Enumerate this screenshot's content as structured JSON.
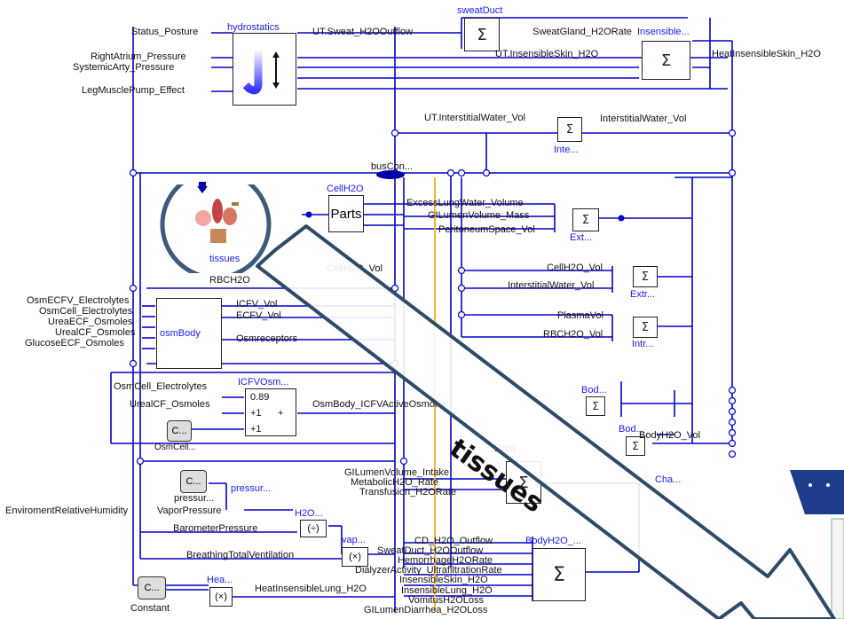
{
  "blocks": {
    "hydrostatics": "hydrostatics",
    "sweatDuct": "sweatDuct",
    "insensible": "Insensible...",
    "inte": "Inte...",
    "busCon": "busCon...",
    "cellh2o": "CellH2O",
    "parts": "Parts",
    "ext": "Ext...",
    "extr": "Extr...",
    "intr": "Intr...",
    "osmbody": "osmBody",
    "icfvosm": "ICFVOsm...",
    "bod1": "Bod...",
    "bod2": "Bod...",
    "body": "Body",
    "cha": "Cha...",
    "pressur": "pressur...",
    "h2o": "H2O...",
    "vap": "vap...",
    "hea": "Hea...",
    "bodyh2o": "BodyH2O_...",
    "tissues_small": "tissues",
    "const1": "C...",
    "const2": "C...",
    "const3": "C...",
    "constant": "Constant",
    "pressur_lbl": "pressur..."
  },
  "labels": {
    "status_posture": "Status_Posture",
    "right_atrium": "RightAtrium_Pressure",
    "systemic_arty": "SystemicArty_Pressure",
    "leg_muscle": "LegMusclePump_Effect",
    "ut_sweat": "UT.Sweat_H2OOutflow",
    "sweatgland": "SweatGland_H2ORate",
    "ut_insensible": "UT.InsensibleSkin_H2O",
    "heat_insensible_skin": "HeatInsensibleSkin_H2O",
    "ut_interstitial": "UT.InterstitialWater_Vol",
    "interstitial_vol": "InterstitialWater_Vol",
    "excess_lung": "ExcessLungWater_Volume",
    "gilumen": "GILumenVolume_Mass",
    "peritoneum": "PeritoneumSpace_Vol",
    "cellh2o_vol": "CellH2O_Vol",
    "cellh2o_vol2": "CellH2O_Vol",
    "interstitial2": "InterstitialWater_Vol",
    "plasma_vol": "PlasmaVol",
    "rbch2o_vol": "RBCH2O_Vol",
    "rbch2o": "RBCH2O",
    "osm_ecfv": "OsmECFV_Electrolytes",
    "osm_cell": "OsmCell_Electrolytes",
    "urea_ecf": "UreaECF_Osmoles",
    "urea_icf": "UrealCF_Osmoles",
    "glucose_ecf": "GlucoseECF_Osmoles",
    "icfv_vol": "ICFV_Vol",
    "ecfv_vol": "ECFV_Vol",
    "osmreceptors": "Osmreceptors",
    "osmcell2": "OsmCell_Electrolytes",
    "urea_icf2": "UrealCF_Osmoles",
    "gain": "0.89",
    "plus1": "+1",
    "plus2": "+1",
    "plus_sign": "+",
    "osmbody_icfv": "OsmBody_ICFVActiveOsmoles",
    "bodyh2o_vol": "BodyH2O_Vol",
    "gilumen_intake": "GILumenVolume_Intake",
    "metab": "MetabolicH2O_Rate",
    "transf": "Transfusion_H2ORate",
    "envir_humidity": "EnviromentRelativeHumidity",
    "vapor_pressure": "VaporPressure",
    "barometer": "BarometerPressure",
    "breathing": "BreathingTotalVentilation",
    "heat_lung": "HeatInsensibleLung_H2O",
    "cd_h2o": "CD_H2O_Outflow",
    "sweatduct_out": "SweatDuct_H2OOutflow",
    "dialyzer": "DialyzerActivity_UltrafiltrationRate",
    "hemorrhage": "HemorrhageH2ORate",
    "insensible_skin2": "InsensibleSkin_H2O",
    "insensible_lung2": "InsensibleLung_H2O",
    "vomitus": "VomitusH2OLoss",
    "gilumen_diarrhea": "GILumenDiarrhea_H2OLoss",
    "osmcell_short": "OsmCell..."
  },
  "callout": {
    "text": "tissues"
  },
  "colors": {
    "wire": "#0000cc",
    "callout_ring": "#3d5a7a",
    "arrow_fill": "#ffffff",
    "arrow_stroke": "#2f4a68",
    "bus": "#f2b632"
  }
}
